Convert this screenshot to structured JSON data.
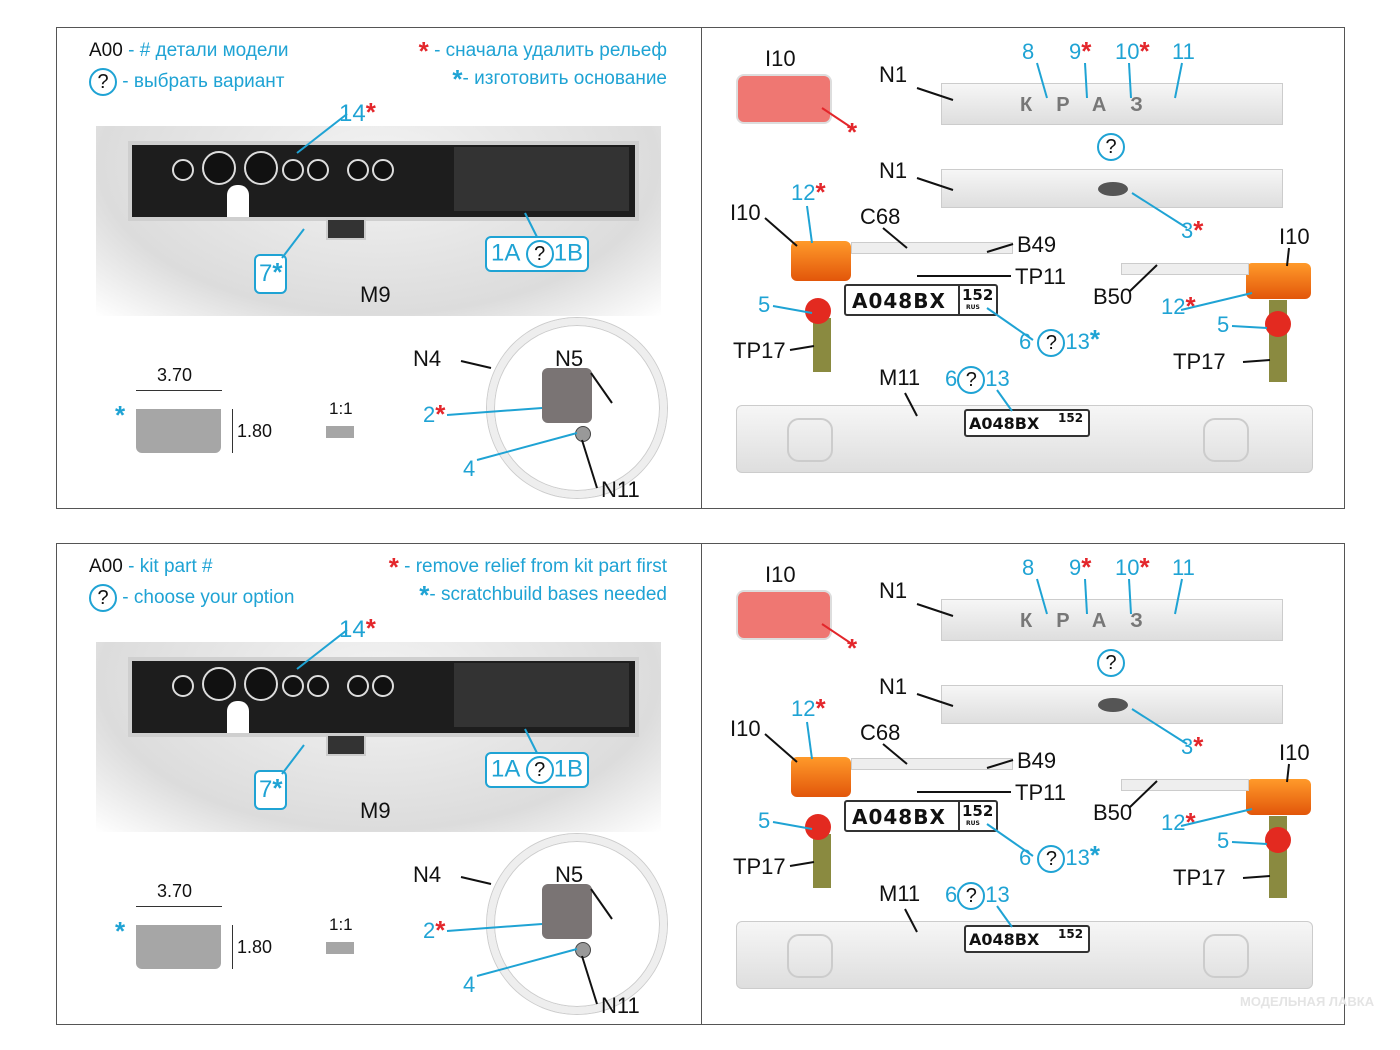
{
  "legend": {
    "ru": {
      "a00": "A00",
      "part_text": "- # детали модели",
      "option_text": "- выбрать вариант",
      "remove_relief": "- сначала удалить рельеф",
      "scratchbuild": "- изготовить основание"
    },
    "en": {
      "a00": "A00",
      "part_text": "- kit part #",
      "option_text": "- choose your option",
      "remove_relief": "- remove relief from kit part first",
      "scratchbuild": "- scratchbuild bases needed"
    }
  },
  "symbols": {
    "question": "?",
    "asterisk": "*"
  },
  "labels": {
    "p14": "14",
    "p1a": "1A",
    "p1b": "1B",
    "p7": "7",
    "m9": "M9",
    "dim_w": "3.70",
    "dim_h": "1.80",
    "scale": "1:1",
    "n4": "N4",
    "n5": "N5",
    "p2": "2",
    "p4": "4",
    "n11": "N11",
    "i10": "I10",
    "n1": "N1",
    "p8": "8",
    "p9": "9",
    "p10": "10",
    "p11": "11",
    "p3": "3",
    "p12": "12",
    "c68": "C68",
    "b49": "B49",
    "tp11": "TP11",
    "b50": "B50",
    "p5": "5",
    "tp17": "TP17",
    "p6": "6",
    "p13": "13",
    "m11": "M11",
    "plate_num": "A048BX",
    "plate_reg": "152",
    "plate_rus": "RUS",
    "letters": [
      "К",
      "Р",
      "А",
      "З"
    ]
  },
  "watermark": "МОДЕЛЬНАЯ ЛАВКА",
  "colors": {
    "blue": "#1fa3d4",
    "red": "#e3262b"
  }
}
